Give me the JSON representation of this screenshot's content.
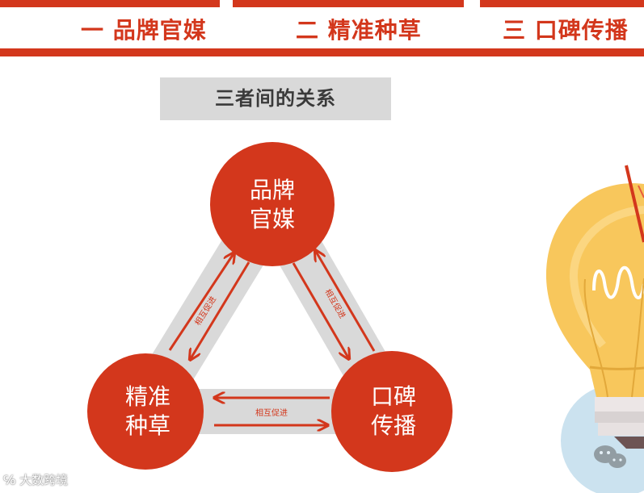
{
  "header": {
    "tabs": [
      {
        "label": "一  品牌官媒"
      },
      {
        "label": "二 精准种草"
      },
      {
        "label": "三 口碑传播"
      }
    ]
  },
  "diagram": {
    "title": "三者间的关系",
    "nodes": [
      {
        "id": "brand",
        "label_line1": "品牌",
        "label_line2": "官媒"
      },
      {
        "id": "seed",
        "label_line1": "精准",
        "label_line2": "种草"
      },
      {
        "id": "word",
        "label_line1": "口碑",
        "label_line2": "传播"
      }
    ],
    "edges": [
      {
        "from": "seed",
        "to": "brand",
        "label": "相互促进"
      },
      {
        "from": "brand",
        "to": "word",
        "label": "相互促进"
      },
      {
        "from": "seed",
        "to": "word",
        "label": "相互促进"
      }
    ]
  },
  "watermark": "大数跨境",
  "colors": {
    "accent": "#d3371c",
    "band": "#d9d9d9",
    "bulb": "#f8c75c"
  }
}
